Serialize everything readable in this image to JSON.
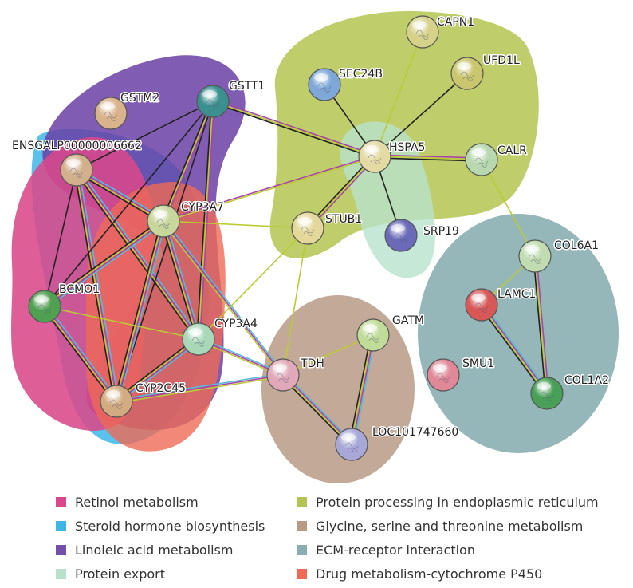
{
  "network": {
    "nodes": [
      {
        "id": "GSTM2",
        "label": "GSTM2",
        "color": "#d9b38c"
      },
      {
        "id": "GSTT1",
        "label": "GSTT1",
        "color": "#3c8f8f"
      },
      {
        "id": "ENSGALP00000006662",
        "label": "ENSGALP00000006662",
        "color": "#d2b08c"
      },
      {
        "id": "CYP3A7",
        "label": "CYP3A7",
        "color": "#c7d69a"
      },
      {
        "id": "BCMO1",
        "label": "BCMO1",
        "color": "#4fa050"
      },
      {
        "id": "CYP3A4",
        "label": "CYP3A4",
        "color": "#a8d8b8"
      },
      {
        "id": "CYP2C45",
        "label": "CYP2C45",
        "color": "#d2ab80"
      },
      {
        "id": "SEC24B",
        "label": "SEC24B",
        "color": "#7fa8d8"
      },
      {
        "id": "CAPN1",
        "label": "CAPN1",
        "color": "#d6d28a"
      },
      {
        "id": "UFD1L",
        "label": "UFD1L",
        "color": "#c9c66e"
      },
      {
        "id": "HSPA5",
        "label": "HSPA5",
        "color": "#e4dba4"
      },
      {
        "id": "CALR",
        "label": "CALR",
        "color": "#b8d8b0"
      },
      {
        "id": "STUB1",
        "label": "STUB1",
        "color": "#e4d89a"
      },
      {
        "id": "SRP19",
        "label": "SRP19",
        "color": "#6a6ab8"
      },
      {
        "id": "GATM",
        "label": "GATM",
        "color": "#c0dc98"
      },
      {
        "id": "TDH",
        "label": "TDH",
        "color": "#e0a8b8"
      },
      {
        "id": "LOC101747660",
        "label": "LOC101747660",
        "color": "#a8a8d8"
      },
      {
        "id": "COL6A1",
        "label": "COL6A1",
        "color": "#c0dcb0"
      },
      {
        "id": "LAMC1",
        "label": "LAMC1",
        "color": "#d85858"
      },
      {
        "id": "SMU1",
        "label": "SMU1",
        "color": "#e08898"
      },
      {
        "id": "COL1A2",
        "label": "COL1A2",
        "color": "#48a058"
      }
    ],
    "edges": [
      {
        "from": "ENSGALP00000006662",
        "to": "CYP3A7",
        "colors": [
          "#55bbdd",
          "#aa44aa",
          "#bbcc33",
          "#222222"
        ]
      },
      {
        "from": "ENSGALP00000006662",
        "to": "BCMO1",
        "colors": [
          "#222222"
        ]
      },
      {
        "from": "ENSGALP00000006662",
        "to": "CYP3A4",
        "colors": [
          "#55bbdd",
          "#aa44aa",
          "#bbcc33",
          "#222222"
        ]
      },
      {
        "from": "ENSGALP00000006662",
        "to": "CYP2C45",
        "colors": [
          "#55bbdd",
          "#aa44aa",
          "#bbcc33",
          "#222222"
        ]
      },
      {
        "from": "ENSGALP00000006662",
        "to": "GSTT1",
        "colors": [
          "#222222"
        ]
      },
      {
        "from": "GSTT1",
        "to": "CYP3A7",
        "colors": [
          "#aa44aa",
          "#bbcc33",
          "#222222"
        ]
      },
      {
        "from": "GSTT1",
        "to": "CYP3A4",
        "colors": [
          "#aa44aa",
          "#bbcc33",
          "#222222"
        ]
      },
      {
        "from": "GSTT1",
        "to": "HSPA5",
        "colors": [
          "#aa44aa",
          "#bbcc33",
          "#222222"
        ]
      },
      {
        "from": "GSTT1",
        "to": "CYP2C45",
        "colors": [
          "#222222"
        ]
      },
      {
        "from": "GSTT1",
        "to": "BCMO1",
        "colors": [
          "#222222"
        ]
      },
      {
        "from": "CYP3A7",
        "to": "BCMO1",
        "colors": [
          "#55bbdd",
          "#aa44aa",
          "#bbcc33",
          "#222222"
        ]
      },
      {
        "from": "CYP3A7",
        "to": "CYP3A4",
        "colors": [
          "#55bbdd",
          "#aa44aa",
          "#bbcc33",
          "#222222"
        ]
      },
      {
        "from": "CYP3A7",
        "to": "CYP2C45",
        "colors": [
          "#55bbdd",
          "#aa44aa",
          "#bbcc33",
          "#222222"
        ]
      },
      {
        "from": "CYP3A7",
        "to": "STUB1",
        "colors": [
          "#bbcc33"
        ]
      },
      {
        "from": "CYP3A7",
        "to": "HSPA5",
        "colors": [
          "#aa44aa",
          "#bbcc33"
        ]
      },
      {
        "from": "CYP3A7",
        "to": "TDH",
        "colors": [
          "#55bbdd",
          "#aa44aa",
          "#bbcc33"
        ]
      },
      {
        "from": "BCMO1",
        "to": "CYP3A4",
        "colors": [
          "#bbcc33"
        ]
      },
      {
        "from": "BCMO1",
        "to": "CYP2C45",
        "colors": [
          "#55bbdd",
          "#aa44aa",
          "#bbcc33",
          "#222222"
        ]
      },
      {
        "from": "CYP3A4",
        "to": "CYP2C45",
        "colors": [
          "#55bbdd",
          "#aa44aa",
          "#bbcc33",
          "#222222"
        ]
      },
      {
        "from": "CYP3A4",
        "to": "TDH",
        "colors": [
          "#55bbdd",
          "#aa44aa",
          "#bbcc33"
        ]
      },
      {
        "from": "CYP3A4",
        "to": "STUB1",
        "colors": [
          "#bbcc33"
        ]
      },
      {
        "from": "CYP2C45",
        "to": "TDH",
        "colors": [
          "#55bbdd",
          "#aa44aa",
          "#bbcc33"
        ]
      },
      {
        "from": "SEC24B",
        "to": "HSPA5",
        "colors": [
          "#222222"
        ]
      },
      {
        "from": "CAPN1",
        "to": "HSPA5",
        "colors": [
          "#bbcc33"
        ]
      },
      {
        "from": "UFD1L",
        "to": "HSPA5",
        "colors": [
          "#222222"
        ]
      },
      {
        "from": "HSPA5",
        "to": "CALR",
        "colors": [
          "#aa44aa",
          "#bbcc33",
          "#222222"
        ]
      },
      {
        "from": "HSPA5",
        "to": "STUB1",
        "colors": [
          "#aa44aa",
          "#bbcc33",
          "#222222"
        ]
      },
      {
        "from": "HSPA5",
        "to": "SRP19",
        "colors": [
          "#222222"
        ]
      },
      {
        "from": "CALR",
        "to": "COL6A1",
        "colors": [
          "#bbcc33"
        ]
      },
      {
        "from": "STUB1",
        "to": "TDH",
        "colors": [
          "#bbcc33"
        ]
      },
      {
        "from": "GATM",
        "to": "TDH",
        "colors": [
          "#bbcc33"
        ]
      },
      {
        "from": "GATM",
        "to": "LOC101747660",
        "colors": [
          "#55bbdd",
          "#aa44aa",
          "#bbcc33",
          "#222222"
        ]
      },
      {
        "from": "TDH",
        "to": "LOC101747660",
        "colors": [
          "#55bbdd",
          "#aa44aa",
          "#bbcc33",
          "#222222"
        ]
      },
      {
        "from": "COL6A1",
        "to": "LAMC1",
        "colors": [
          "#bbcc33"
        ]
      },
      {
        "from": "COL6A1",
        "to": "COL1A2",
        "colors": [
          "#aa44aa",
          "#bbcc33",
          "#222222"
        ]
      },
      {
        "from": "LAMC1",
        "to": "COL1A2",
        "colors": [
          "#55bbdd",
          "#aa44aa",
          "#bbcc33",
          "#222222"
        ]
      }
    ],
    "clusters": [
      {
        "id": "steroid",
        "color": "#3db6e6",
        "opacity": 0.85
      },
      {
        "id": "linoleic",
        "color": "#6a3fa6",
        "opacity": 0.85
      },
      {
        "id": "retinol",
        "color": "#d9488a",
        "opacity": 0.88
      },
      {
        "id": "drug",
        "color": "#ee6a56",
        "opacity": 0.8
      },
      {
        "id": "protein-er",
        "color": "#b4c450",
        "opacity": 0.85
      },
      {
        "id": "protein-export",
        "color": "#b8e2cc",
        "opacity": 0.8
      },
      {
        "id": "glycine",
        "color": "#b99a86",
        "opacity": 0.85
      },
      {
        "id": "ecm",
        "color": "#8aafb1",
        "opacity": 0.9
      }
    ]
  },
  "legend": {
    "items": [
      {
        "label": "Retinol metabolism",
        "color": "#d9488a"
      },
      {
        "label": "Steroid hormone biosynthesis",
        "color": "#3db6e6"
      },
      {
        "label": "Linoleic acid metabolism",
        "color": "#7450aa"
      },
      {
        "label": "Protein export",
        "color": "#b8e2cc"
      },
      {
        "label": "Protein processing in endoplasmic reticulum",
        "color": "#b4c450"
      },
      {
        "label": "Glycine, serine and threonine metabolism",
        "color": "#b99a86"
      },
      {
        "label": "ECM-receptor interaction",
        "color": "#8aafb1"
      },
      {
        "label": "Drug metabolism-cytochrome P450",
        "color": "#ee6a56"
      }
    ]
  }
}
